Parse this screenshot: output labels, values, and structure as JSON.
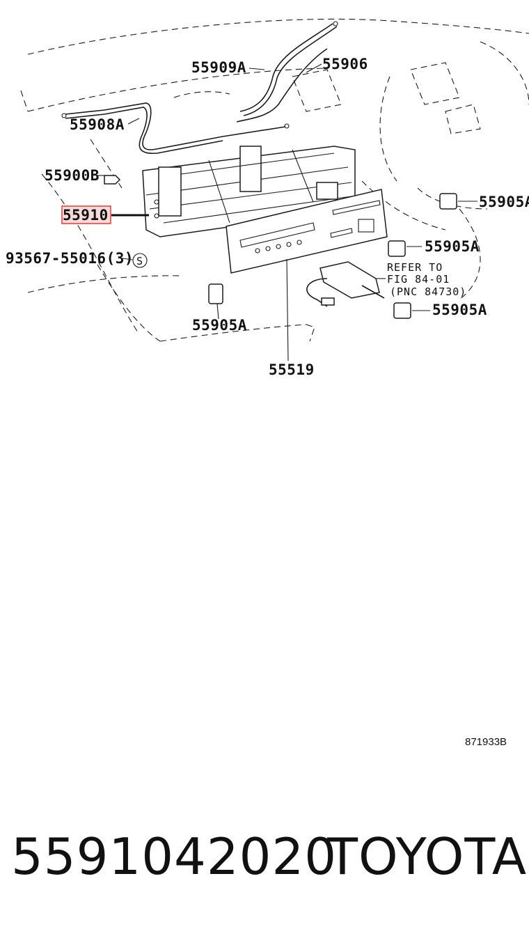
{
  "diagram": {
    "callouts": {
      "c55909a": "55909A",
      "c55906": "55906",
      "c55908a": "55908A",
      "c55900b": "55900B",
      "c55910": "55910",
      "c93567": "93567-55016(3)",
      "s_mark": "S",
      "c55905a_right": "55905A",
      "c55905a_mid": "55905A",
      "c55905a_lower": "55905A",
      "c55905a_left": "55905A",
      "c55519": "55519"
    },
    "refer_note": {
      "line1": "REFER TO",
      "line2": "FIG 84-01",
      "line3": "(PNC 84730)"
    },
    "highlight_color": "#e53935"
  },
  "drawing_code": "871933B",
  "footer": {
    "part_number": "5591042020",
    "brand": "TOYOTA"
  }
}
